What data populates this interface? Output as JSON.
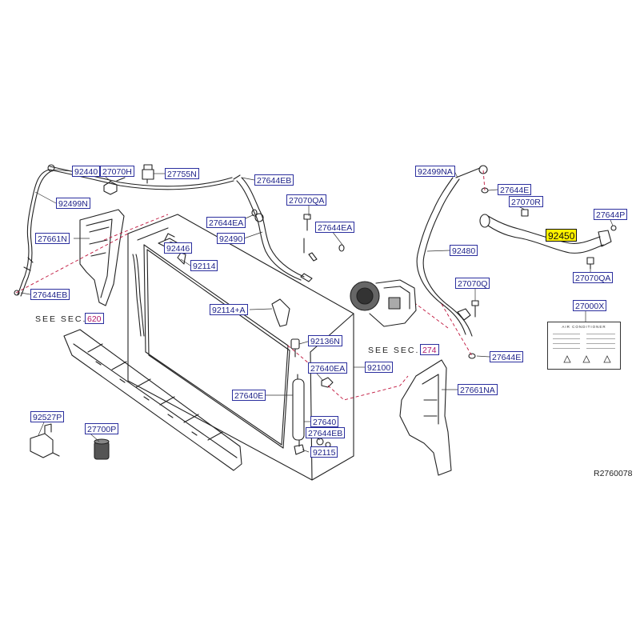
{
  "drawing_code": "R2760078",
  "section_refs": [
    {
      "prefix": "SEE  SEC.",
      "number": "620"
    },
    {
      "prefix": "SEE  SEC.",
      "number": "274"
    }
  ],
  "labels": {
    "p92440": "92440",
    "p27070H": "27070H",
    "p27755N": "27755N",
    "p92499N": "92499N",
    "p27644EB_top": "27644EB",
    "p27070QA_mid": "27070QA",
    "p27644EA_left": "27644EA",
    "p27644EA_right": "27644EA",
    "p92490": "92490",
    "p27661N": "27661N",
    "p92446": "92446",
    "p92114": "92114",
    "p27644EB_left": "27644EB",
    "p92114A": "92114+A",
    "p92136N": "92136N",
    "p92100": "92100",
    "p27640EA": "27640EA",
    "p27640E": "27640E",
    "p27640": "27640",
    "p27644EB_low": "27644EB",
    "p92115": "92115",
    "p92527P": "92527P",
    "p27700P": "27700P",
    "p92499NA": "92499NA",
    "p27644E_top": "27644E",
    "p27070R": "27070R",
    "p27644P": "27644P",
    "p92450": "92450",
    "p92480": "92480",
    "p27070QA_right": "27070QA",
    "p27070Q": "27070Q",
    "p27000X": "27000X",
    "p27644E_low": "27644E",
    "p27661NA": "27661NA"
  },
  "ac_label_title": "AIR  CONDITIONER",
  "highlight_color": "#fff200",
  "label_border_color": "#2b2f9e"
}
